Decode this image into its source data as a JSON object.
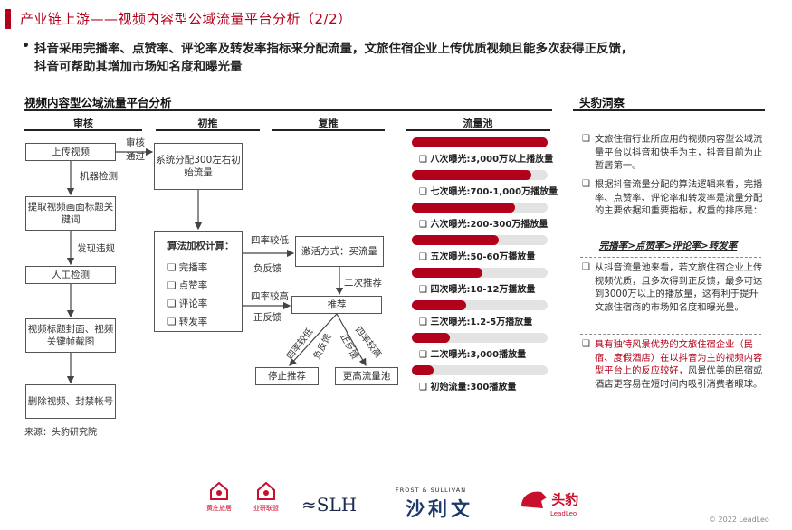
{
  "header": {
    "title": "产业链上游——视频内容型公域流量平台分析（2/2）",
    "bullet_line1": "抖音采用完播率、点赞率、评论率及转发率指标来分配流量，文旅住宿企业上传优质视频且能多次获得正反馈，",
    "bullet_line2": "抖音可帮助其增加市场知名度和曝光量",
    "bullet_mark": "•"
  },
  "diagram": {
    "section_title": "视频内容型公域流量平台分析",
    "columns": [
      "审核",
      "初推",
      "复推",
      "流量池"
    ],
    "review_boxes": [
      "上传视频",
      "提取视频画面标题关键词",
      "人工检测",
      "视频标题封面、视频关键帧截图",
      "删除视频、封禁帐号"
    ],
    "review_labels": [
      "机器检测",
      "发现违规"
    ],
    "pass_label": "审核通过",
    "initial_box": "系统分配300左右初始流量",
    "algo": {
      "title": "算法加权计算：",
      "items": [
        "完播率",
        "点赞率",
        "评论率",
        "转发率"
      ]
    },
    "low_label_1": "四率较低",
    "low_label_2": "负反馈",
    "high_label_1": "四率较高",
    "high_label_2": "正反馈",
    "activate_box": "激活方式：买流量",
    "second_push": "二次推荐",
    "recommend_box": "推荐",
    "stop_box": "停止推荐",
    "higher_pool_box": "更高流量池",
    "diag_labels": [
      "四率较低",
      "负反馈",
      "正反馈",
      "四率较高"
    ],
    "source": "来源：头豹研究院"
  },
  "pool": {
    "levels": [
      {
        "label": "八次曝光:3,000万以上播放量",
        "fill": 1.0
      },
      {
        "label": "七次曝光:700-1,000万播放量",
        "fill": 0.88
      },
      {
        "label": "六次曝光:200-300万播放量",
        "fill": 0.76
      },
      {
        "label": "五次曝光:50-60万播放量",
        "fill": 0.64
      },
      {
        "label": "四次曝光:10-12万播放量",
        "fill": 0.52
      },
      {
        "label": "三次曝光:1.2-5万播放量",
        "fill": 0.4
      },
      {
        "label": "二次曝光:3,000播放量",
        "fill": 0.28
      },
      {
        "label": "初始流量:300播放量",
        "fill": 0.16
      }
    ],
    "colors": {
      "filled": "#b3001b",
      "empty": "#e3e3e3"
    }
  },
  "insights": {
    "title": "头豹洞察",
    "items": [
      "文旅住宿行业所应用的视频内容型公域流量平台以抖音和快手为主，抖音目前为止暂居第一。",
      "根据抖音流量分配的算法逻辑来看，完播率、点赞率、评论率和转发率是流量分配的主要依据和重要指标，权重的排序是：",
      "从抖音流量池来看，若文旅住宿企业上传视频优质，且多次得到正反馈，最多可达到3000万以上的播放量，这有利于提升文旅住宿商的市场知名度和曝光量。"
    ],
    "emphasis": "完播率>点赞率>评论率>转发率",
    "red_item": "具有独特风景优势的文旅住宿企业（民宿、度假酒店）在以抖音为主的视频内容型平台上的反应较好，",
    "red_item_tail": "风景优美的民宿或酒店更容易在短时间内吸引消费者眼球。",
    "mark": "❑"
  },
  "footer": {
    "logo1": "黄庄旅居",
    "logo2": "业研联盟",
    "logo3": "≈SLH",
    "logo4_top": "FROST & SULLIVAN",
    "logo4": "沙利文",
    "logo5": "头豹",
    "logo5_sub": "LeadLeo",
    "copyright": "© 2022 LeadLeo"
  },
  "colors": {
    "accent": "#b3001b",
    "text": "#222222"
  }
}
